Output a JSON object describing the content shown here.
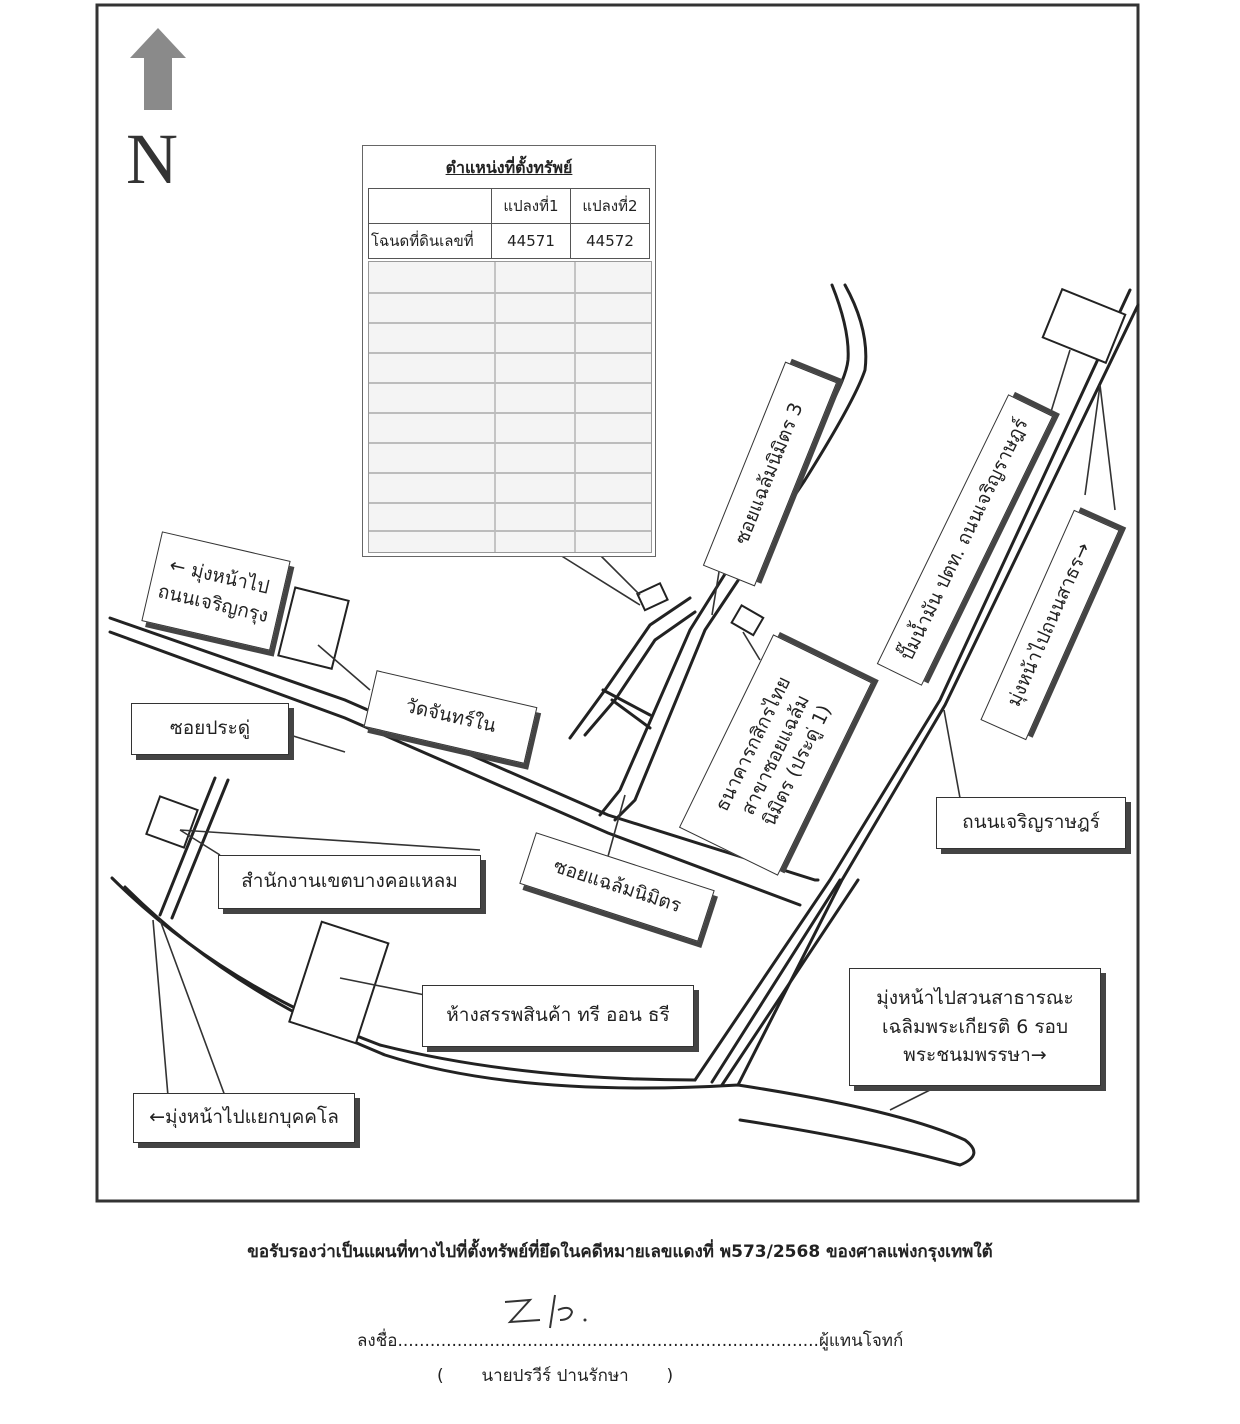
{
  "compass": {
    "label": "N"
  },
  "table": {
    "title": "ตำแหน่งที่ตั้งทรัพย์",
    "columns": [
      "",
      "แปลงที่1",
      "แปลงที่2"
    ],
    "rows": [
      {
        "label": "โฉนดที่ดินเลขที่",
        "values": [
          "44571",
          "44572"
        ]
      }
    ]
  },
  "labels": {
    "to_charoen_krung": "← มุ่งหน้าไป\nถนนเจริญกรุง",
    "wat_chan_nai": "วัดจันทร์ใน",
    "soi_pradu": "ซอยประดู่",
    "district_office": "สำนักงานเขตบางคอแหลม",
    "mall": "ห้างสรรพสินค้า ทรี ออน ธรี",
    "to_bukkhalo": "←มุ่งหน้าไปแยกบุคคโล",
    "soi_chalermnimit": "ซอยแฉล้มนิมิตร",
    "soi_chalermnimit_3": "ซอยแฉล้มนิมิตร 3",
    "kasikorn_bank": "ธนาคารกสิกรไทย\nสาขาซอยแฉล้ม\nนิมิตร (ประดู่ 1)",
    "ptt_station": "ปั๊มน้ำมัน ปตท. ถนนเจริญราษฎร์",
    "to_sathorn": "มุ่งหน้าไปถนนสาธร→",
    "charoen_rat_road": "ถนนเจริญราษฎร์",
    "to_park": "มุ่งหน้าไปสวนสาธารณะ\nเฉลิมพระเกียรติ 6 รอบ\nพระชนมพรรษา→"
  },
  "caption": "ขอรับรองว่าเป็นแผนที่ทางไปที่ตั้งทรัพย์ที่ยึดในคดีหมายเลขแดงที่ พ573/2568 ของศาลแพ่งกรุงเทพใต้",
  "signature": {
    "sign_prefix": "ลงชื่อ",
    "dots": "..............................................................................",
    "role": "ผู้แทนโจทก์",
    "name_line": "(       นายปรวีร์ ปานรักษา       )"
  },
  "colors": {
    "frame": "#333333",
    "road_outline": "#222222",
    "compass_arrow": "#8a8a8a"
  },
  "icons": [
    "north-arrow-icon",
    "signature-mark"
  ]
}
